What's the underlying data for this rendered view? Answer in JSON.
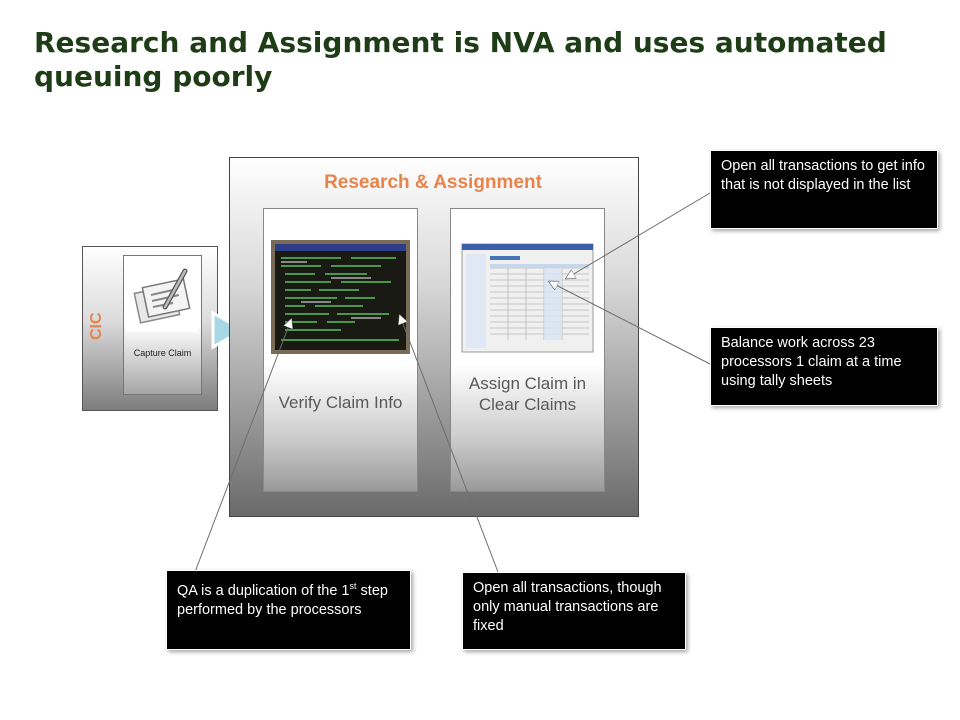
{
  "title": "Research and Assignment is NVA and uses automated queuing poorly",
  "cic": {
    "label": "CIC",
    "step_label": "Capture Claim"
  },
  "research_assignment": {
    "title": "Research & Assignment",
    "steps": [
      {
        "label": "Verify Claim Info"
      },
      {
        "label": "Assign Claim in Clear Claims"
      }
    ]
  },
  "callouts": {
    "open_all": "Open all transactions to get info that is not displayed in the list",
    "balance": "Balance work across 23 processors 1 claim at a time using tally sheets",
    "qa_before": "QA is a duplication of the 1",
    "qa_sup": "st",
    "qa_after": " step performed by the processors",
    "manual": "Open all transactions, though only manual transactions are  fixed"
  },
  "colors": {
    "title": "#1e3d17",
    "section_label": "#e9834c",
    "callout_bg": "#000000"
  }
}
